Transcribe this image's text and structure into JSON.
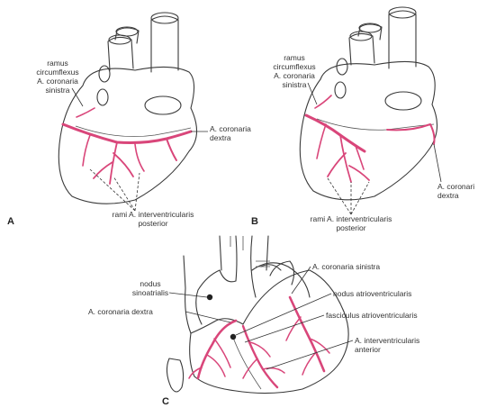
{
  "colors": {
    "artery": "#d9467a",
    "outline": "#3a3a3a",
    "text": "#333333"
  },
  "panels": {
    "a": {
      "letter": "A",
      "labels": {
        "ramus_circumflexus": [
          "ramus",
          "circumflexus",
          "A. coronaria",
          "sinistra"
        ],
        "coronaria_dextra": [
          "A. coronaria",
          "dextra"
        ],
        "rami_interventricularis": [
          "rami A. interventricularis",
          "posterior"
        ]
      }
    },
    "b": {
      "letter": "B",
      "labels": {
        "ramus_circumflexus": [
          "ramus",
          "circumflexus",
          "A. coronaria",
          "sinistra"
        ],
        "coronaria_dextra": [
          "A. coronari",
          "dextra"
        ],
        "rami_interventricularis": [
          "rami A. interventricularis",
          "posterior"
        ]
      }
    },
    "c": {
      "letter": "C",
      "labels": {
        "nodus_sinoatrialis": [
          "nodus",
          "sinoatrialis"
        ],
        "coronaria_dextra": "A. coronaria dextra",
        "coronaria_sinistra": "A. coronaria sinistra",
        "nodus_atrioventricularis": "nodus atrioventricularis",
        "fasciculus": "fasciculus atrioventricularis",
        "interventricularis_anterior": [
          "A. interventricularis",
          "anterior"
        ]
      }
    }
  }
}
